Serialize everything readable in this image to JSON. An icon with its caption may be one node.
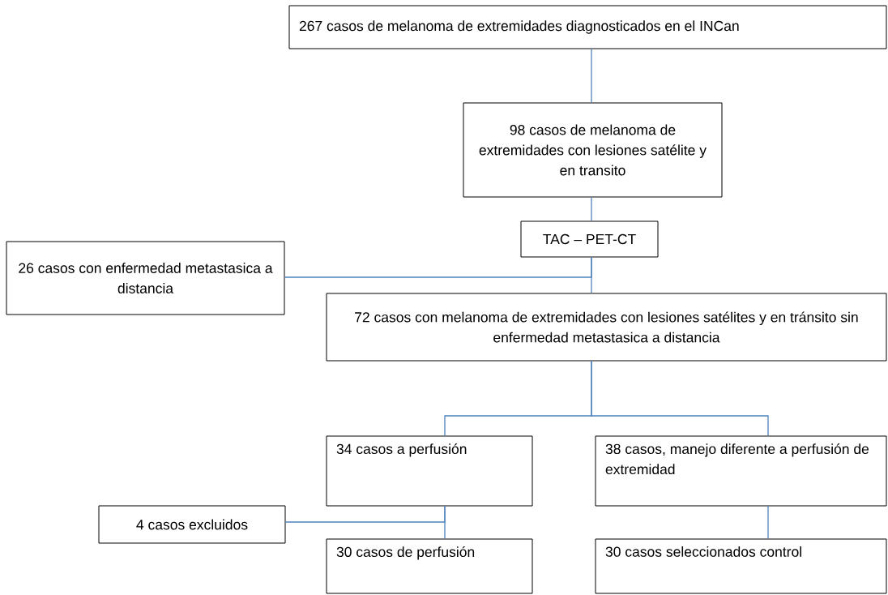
{
  "diagram": {
    "nodes": [
      {
        "text": [
          "267 casos de melanoma de extremidades diagnosticados en el INCan"
        ]
      },
      {
        "text": [
          "98 casos de melanoma de extremidades con lesiones satélite y en transito"
        ]
      },
      {
        "text": [
          "TAC – PET-CT"
        ]
      },
      {
        "text": [
          "26 casos con enfermedad metastasica a distancia"
        ]
      },
      {
        "text": [
          "72 casos con melanoma de extremidades con lesiones satélites y en tránsito sin enfermedad metastasica a distancia"
        ]
      },
      {
        "text": [
          "34 casos a perfusión"
        ]
      },
      {
        "text": [
          "38 casos, manejo diferente a perfusión de extremidad"
        ]
      },
      {
        "text": [
          "4 casos excluidos"
        ]
      },
      {
        "text": [
          "30 casos de perfusión"
        ]
      },
      {
        "text": [
          "30 casos seleccionados control"
        ]
      }
    ],
    "edges": [
      {
        "from": 0,
        "to": 1,
        "arrow": "none"
      },
      {
        "from": 1,
        "to": 2,
        "arrow": "none"
      },
      {
        "from": 2,
        "to": 3,
        "arrow": "none"
      },
      {
        "from": 2,
        "to": 4,
        "arrow": "none"
      },
      {
        "from": 4,
        "to": 5,
        "arrow": "none"
      },
      {
        "from": 4,
        "to": 6,
        "arrow": "none"
      },
      {
        "from": 5,
        "to": 7,
        "arrow": "none"
      },
      {
        "from": 5,
        "to": 8,
        "arrow": "none"
      },
      {
        "from": 6,
        "to": 9,
        "arrow": "none"
      }
    ]
  }
}
